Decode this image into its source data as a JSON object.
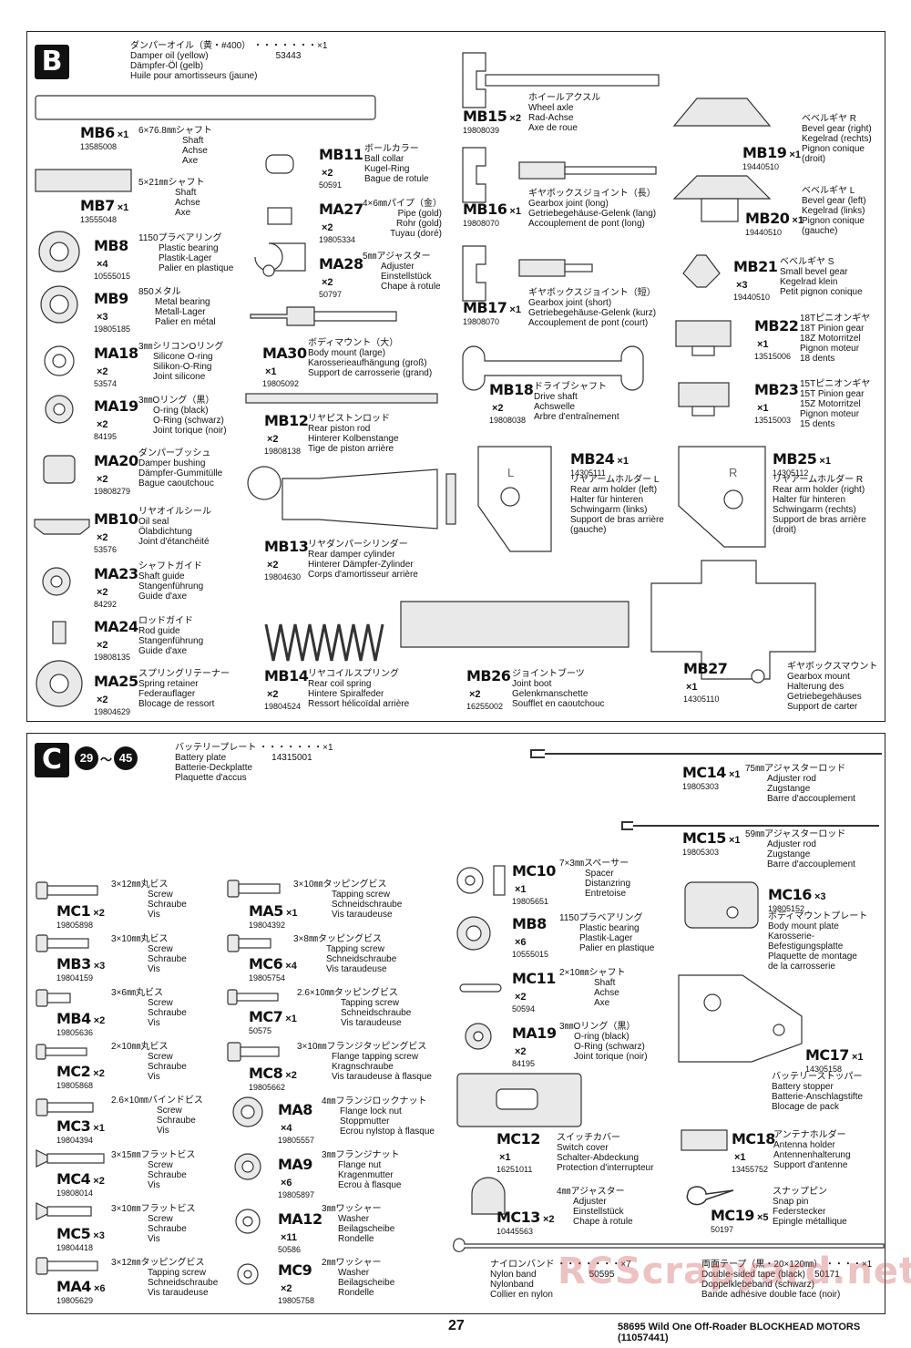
{
  "sectionB": {
    "badge": "B",
    "header": {
      "jp": "ダンパーオイル（黄・#400） ・・・・・・・×1",
      "l1": "Damper oil (yellow)",
      "num": "53443",
      "l2": "Dämpfer-Öl (gelb)",
      "l3": "Huile pour amortisseurs (jaune)"
    },
    "parts": [
      {
        "code": "MB6",
        "qty": "×1",
        "num": "13585008",
        "jp": "6×76.8㎜シャフト",
        "d": [
          "Shaft",
          "Achse",
          "Axe"
        ]
      },
      {
        "code": "MB7",
        "qty": "×1",
        "num": "13555048",
        "jp": "5×21㎜シャフト",
        "d": [
          "Shaft",
          "Achse",
          "Axe"
        ]
      },
      {
        "code": "MB8",
        "qty": "×4",
        "num": "10555015",
        "jp": "1150プラベアリング",
        "d": [
          "Plastic bearing",
          "Plastik-Lager",
          "Palier en plastique"
        ]
      },
      {
        "code": "MB9",
        "qty": "×3",
        "num": "19805185",
        "jp": "850メタル",
        "d": [
          "Metal bearing",
          "Metall-Lager",
          "Palier en métal"
        ]
      },
      {
        "code": "MA18",
        "qty": "×2",
        "num": "53574",
        "jp": "3㎜シリコンOリング",
        "d": [
          "Silicone O-ring",
          "Silikon-O-Ring",
          "Joint silicone"
        ]
      },
      {
        "code": "MA19",
        "qty": "×2",
        "num": "84195",
        "jp": "3㎜Oリング（黒）",
        "d": [
          "O-ring (black)",
          "O-Ring (schwarz)",
          "Joint torique (noir)"
        ]
      },
      {
        "code": "MA20",
        "qty": "×2",
        "num": "19808279",
        "jp": "ダンパーブッシュ",
        "d": [
          "Damper bushing",
          "Dämpfer-Gummitülle",
          "Bague caoutchouc"
        ]
      },
      {
        "code": "MB10",
        "qty": "×2",
        "num": "53576",
        "jp": "リヤオイルシール",
        "d": [
          "Oil seal",
          "Ölabdichtung",
          "Joint d'étanchéité"
        ]
      },
      {
        "code": "MA23",
        "qty": "×2",
        "num": "84292",
        "jp": "シャフトガイド",
        "d": [
          "Shaft guide",
          "Stangenführung",
          "Guide d'axe"
        ]
      },
      {
        "code": "MA24",
        "qty": "×2",
        "num": "19808135",
        "jp": "ロッドガイド",
        "d": [
          "Rod guide",
          "Stangenführung",
          "Guide d'axe"
        ]
      },
      {
        "code": "MA25",
        "qty": "×2",
        "num": "19804629",
        "jp": "スプリングリテーナー",
        "d": [
          "Spring retainer",
          "Federauflager",
          "Blocage de ressort"
        ]
      },
      {
        "code": "MB11",
        "qty": "×2",
        "num": "50591",
        "jp": "ボールカラー",
        "d": [
          "Ball collar",
          "Kugel-Ring",
          "Bague de rotule"
        ]
      },
      {
        "code": "MA27",
        "qty": "×2",
        "num": "19805334",
        "jp": "4×6㎜パイプ（金）",
        "d": [
          "Pipe (gold)",
          "Rohr (gold)",
          "Tuyau (doré)"
        ]
      },
      {
        "code": "MA28",
        "qty": "×2",
        "num": "50797",
        "jp": "5㎜アジャスター",
        "d": [
          "Adjuster",
          "Einstellstück",
          "Chape à rotule"
        ]
      },
      {
        "code": "MA30",
        "qty": "×1",
        "num": "19805092",
        "jp": "ボディマウント（大）",
        "d": [
          "Body mount (large)",
          "Karosserieaufhängung (groß)",
          "Support de carrosserie (grand)"
        ]
      },
      {
        "code": "MB12",
        "qty": "×2",
        "num": "19808138",
        "jp": "リヤピストンロッド",
        "d": [
          "Rear piston rod",
          "Hinterer Kolbenstange",
          "Tige de piston arrière"
        ]
      },
      {
        "code": "MB13",
        "qty": "×2",
        "num": "19804630",
        "jp": "リヤダンパーシリンダー",
        "d": [
          "Rear damper cylinder",
          "Hinterer Dämpfer-Zylinder",
          "Corps d'amortisseur arrière"
        ]
      },
      {
        "code": "MB14",
        "qty": "×2",
        "num": "19804524",
        "jp": "リヤコイルスプリング",
        "d": [
          "Rear coil spring",
          "Hintere Spiralfeder",
          "Ressort hélicoïdal arrière"
        ]
      },
      {
        "code": "MB15",
        "qty": "×2",
        "num": "19808039",
        "jp": "ホイールアクスル",
        "d": [
          "Wheel axle",
          "Rad-Achse",
          "Axe de roue"
        ]
      },
      {
        "code": "MB16",
        "qty": "×1",
        "num": "19808070",
        "jp": "ギヤボックスジョイント（長）",
        "d": [
          "Gearbox joint (long)",
          "Getriebegehäuse-Gelenk (lang)",
          "Accouplement de pont (long)"
        ]
      },
      {
        "code": "MB17",
        "qty": "×1",
        "num": "19808070",
        "jp": "ギヤボックスジョイント（短）",
        "d": [
          "Gearbox joint (short)",
          "Getriebegehäuse-Gelenk (kurz)",
          "Accouplement de pont (court)"
        ]
      },
      {
        "code": "MB18",
        "qty": "×2",
        "num": "19808038",
        "jp": "ドライブシャフト",
        "d": [
          "Drive shaft",
          "Achswelle",
          "Arbre d'entraînement"
        ]
      },
      {
        "code": "MB19",
        "qty": "×1",
        "num": "19440510",
        "jp": "ベベルギヤ R",
        "d": [
          "Bevel gear (right)",
          "Kegelrad (rechts)",
          "Pignon conique",
          "(droit)"
        ]
      },
      {
        "code": "MB20",
        "qty": "×1",
        "num": "19440510",
        "jp": "ベベルギヤ L",
        "d": [
          "Bevel gear (left)",
          "Kegelrad (links)",
          "Pignon conique",
          "(gauche)"
        ]
      },
      {
        "code": "MB21",
        "qty": "×3",
        "num": "19440510",
        "jp": "ベベルギヤ S",
        "d": [
          "Small bevel gear",
          "Kegelrad klein",
          "Petit pignon conique"
        ]
      },
      {
        "code": "MB22",
        "qty": "×1",
        "num": "13515006",
        "jp": "18Tピニオンギヤ",
        "d": [
          "18T Pinion gear",
          "18Z Motorritzel",
          "Pignon moteur",
          "18 dents"
        ]
      },
      {
        "code": "MB23",
        "qty": "×1",
        "num": "13515003",
        "jp": "15Tピニオンギヤ",
        "d": [
          "15T Pinion gear",
          "15Z Motorritzel",
          "Pignon moteur",
          "15 dents"
        ]
      },
      {
        "code": "MB24",
        "qty": "×1",
        "num": "14305111",
        "jp": "リヤアームホルダー L",
        "d": [
          "Rear arm holder (left)",
          "Halter für hinteren",
          "Schwingarm (links)",
          "Support de bras arrière",
          "(gauche)"
        ]
      },
      {
        "code": "MB25",
        "qty": "×1",
        "num": "14305112",
        "jp": "リヤアームホルダー R",
        "d": [
          "Rear arm holder (right)",
          "Halter für hinteren",
          "Schwingarm (rechts)",
          "Support de bras arrière",
          "(droit)"
        ]
      },
      {
        "code": "MB26",
        "qty": "×2",
        "num": "16255002",
        "jp": "ジョイントブーツ",
        "d": [
          "Joint boot",
          "Gelenkmanschette",
          "Soufflet en caoutchouc"
        ]
      },
      {
        "code": "MB27",
        "qty": "×1",
        "num": "14305110",
        "jp": "ギヤボックスマウント",
        "d": [
          "Gearbox mount",
          "Halterung des",
          "Getriebegehäuses",
          "Support de carter"
        ]
      }
    ],
    "arm_l": "L",
    "arm_r": "R"
  },
  "sectionC": {
    "badge": "C",
    "step_from": "29",
    "tilde": "～",
    "step_to": "45",
    "header": {
      "jp": "バッテリープレート ・・・・・・・×1",
      "l1": "Battery plate",
      "num": "14315001",
      "l2": "Batterie-Deckplatte",
      "l3": "Plaquette d'accus"
    },
    "parts": [
      {
        "code": "MC1",
        "qty": "×2",
        "num": "19805898",
        "jp": "3×12㎜丸ビス",
        "d": [
          "Screw",
          "Schraube",
          "Vis"
        ]
      },
      {
        "code": "MB3",
        "qty": "×3",
        "num": "19804159",
        "jp": "3×10㎜丸ビス",
        "d": [
          "Screw",
          "Schraube",
          "Vis"
        ]
      },
      {
        "code": "MB4",
        "qty": "×2",
        "num": "19805636",
        "jp": "3×6㎜丸ビス",
        "d": [
          "Screw",
          "Schraube",
          "Vis"
        ]
      },
      {
        "code": "MC2",
        "qty": "×2",
        "num": "19805868",
        "jp": "2×10㎜丸ビス",
        "d": [
          "Screw",
          "Schraube",
          "Vis"
        ]
      },
      {
        "code": "MC3",
        "qty": "×1",
        "num": "19804394",
        "jp": "2.6×10㎜バインドビス",
        "d": [
          "Screw",
          "Schraube",
          "Vis"
        ]
      },
      {
        "code": "MC4",
        "qty": "×2",
        "num": "19808014",
        "jp": "3×15㎜フラットビス",
        "d": [
          "Screw",
          "Schraube",
          "Vis"
        ]
      },
      {
        "code": "MC5",
        "qty": "×3",
        "num": "19804418",
        "jp": "3×10㎜フラットビス",
        "d": [
          "Screw",
          "Schraube",
          "Vis"
        ]
      },
      {
        "code": "MA4",
        "qty": "×6",
        "num": "19805629",
        "jp": "3×12㎜タッピングビス",
        "d": [
          "Tapping screw",
          "Schneidschraube",
          "Vis taraudeuse"
        ]
      },
      {
        "code": "MA5",
        "qty": "×1",
        "num": "19804392",
        "jp": "3×10㎜タッピングビス",
        "d": [
          "Tapping screw",
          "Schneidschraube",
          "Vis taraudeuse"
        ]
      },
      {
        "code": "MC6",
        "qty": "×4",
        "num": "19805754",
        "jp": "3×8㎜タッピングビス",
        "d": [
          "Tapping screw",
          "Schneidschraube",
          "Vis taraudeuse"
        ]
      },
      {
        "code": "MC7",
        "qty": "×1",
        "num": "50575",
        "jp": "2.6×10㎜タッピングビス",
        "d": [
          "Tapping screw",
          "Schneidschraube",
          "Vis taraudeuse"
        ]
      },
      {
        "code": "MC8",
        "qty": "×2",
        "num": "19805662",
        "jp": "3×10㎜フランジタッピングビス",
        "d": [
          "Flange tapping screw",
          "Kragnschraube",
          "Vis taraudeuse à flasque"
        ]
      },
      {
        "code": "MA8",
        "qty": "×4",
        "num": "19805557",
        "jp": "4㎜フランジロックナット",
        "d": [
          "Flange lock nut",
          "Stoppmutter",
          "Ecrou nylstop à flasque"
        ]
      },
      {
        "code": "MA9",
        "qty": "×6",
        "num": "19805897",
        "jp": "3㎜フランジナット",
        "d": [
          "Flange nut",
          "Kragenmutter",
          "Ecrou à flasque"
        ]
      },
      {
        "code": "MA12",
        "qty": "×11",
        "num": "50586",
        "jp": "3㎜ワッシャー",
        "d": [
          "Washer",
          "Beilagscheibe",
          "Rondelle"
        ]
      },
      {
        "code": "MC9",
        "qty": "×2",
        "num": "19805758",
        "jp": "2㎜ワッシャー",
        "d": [
          "Washer",
          "Beilagscheibe",
          "Rondelle"
        ]
      },
      {
        "code": "MC10",
        "qty": "×1",
        "num": "19805651",
        "jp": "7×3㎜スペーサー",
        "d": [
          "Spacer",
          "Distanzring",
          "Entretoise"
        ]
      },
      {
        "code": "MB8",
        "qty": "×6",
        "num": "10555015",
        "jp": "1150プラベアリング",
        "d": [
          "Plastic bearing",
          "Plastik-Lager",
          "Palier en plastique"
        ]
      },
      {
        "code": "MC11",
        "qty": "×2",
        "num": "50594",
        "jp": "2×10㎜シャフト",
        "d": [
          "Shaft",
          "Achse",
          "Axe"
        ]
      },
      {
        "code": "MA19",
        "qty": "×2",
        "num": "84195",
        "jp": "3㎜Oリング（黒）",
        "d": [
          "O-ring (black)",
          "O-Ring (schwarz)",
          "Joint torique (noir)"
        ]
      },
      {
        "code": "MC12",
        "qty": "×1",
        "num": "16251011",
        "jp": "スイッチカバー",
        "d": [
          "Switch cover",
          "Schalter-Abdeckung",
          "Protection d'interrupteur"
        ]
      },
      {
        "code": "MC13",
        "qty": "×2",
        "num": "10445563",
        "jp": "4㎜アジャスター",
        "d": [
          "Adjuster",
          "Einstellstück",
          "Chape à rotule"
        ]
      },
      {
        "code": "MC14",
        "qty": "×1",
        "num": "19805303",
        "jp": "75㎜アジャスターロッド",
        "d": [
          "Adjuster rod",
          "Zugstange",
          "Barre d'accouplement"
        ]
      },
      {
        "code": "MC15",
        "qty": "×1",
        "num": "19805303",
        "jp": "59㎜アジャスターロッド",
        "d": [
          "Adjuster rod",
          "Zugstange",
          "Barre d'accouplement"
        ]
      },
      {
        "code": "MC16",
        "qty": "×3",
        "num": "19805152",
        "jp": "ボディマウントプレート",
        "d": [
          "Body mount plate",
          "Karosserie-",
          "Befestigungsplatte",
          "Plaquette de montage",
          "de la carrosserie"
        ]
      },
      {
        "code": "MC17",
        "qty": "×1",
        "num": "14305158",
        "jp": "バッテリーストッパー",
        "d": [
          "Battery stopper",
          "Batterie-Anschlagstifte",
          "Blocage de pack"
        ]
      },
      {
        "code": "MC18",
        "qty": "×1",
        "num": "13455752",
        "jp": "アンテナホルダー",
        "d": [
          "Antenna holder",
          "Antennenhalterung",
          "Support d'antenne"
        ]
      },
      {
        "code": "MC19",
        "qty": "×5",
        "num": "50197",
        "jp": "スナップピン",
        "d": [
          "Snap pin",
          "Federstecker",
          "Epingle métallique"
        ]
      }
    ],
    "nylon": {
      "jp": "ナイロンバンド ・・・・・・・×7",
      "num": "50595",
      "d": [
        "Nylon band",
        "Nylonband",
        "Collier en nylon"
      ]
    },
    "tape": {
      "jp": "両面テープ（黒・20×120㎜） ・・・・×1",
      "num": "50171",
      "d": [
        "Double-sided tape (black)",
        "Doppelklebeband (schwarz)",
        "Bande adhésive double face (noir)"
      ]
    }
  },
  "footer": {
    "page": "27",
    "title": "58695 Wild One Off-Roader BLOCKHEAD MOTORS (11057441)"
  },
  "watermark": "RCScrapyard.net"
}
